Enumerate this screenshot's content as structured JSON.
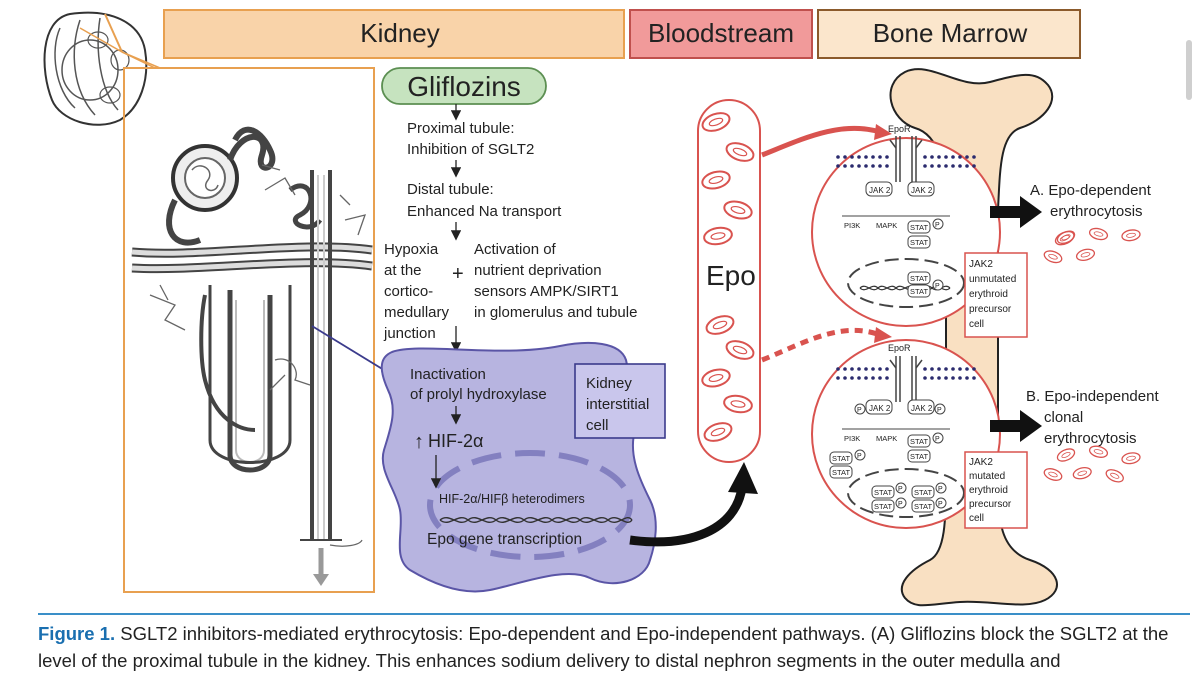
{
  "headers": {
    "kidney": "Kidney",
    "bloodstream": "Bloodstream",
    "bone_marrow": "Bone Marrow"
  },
  "gliflozins": "Gliflozins",
  "pathway": {
    "step1a": "Proximal tubule:",
    "step1b": "Inhibition of SGLT2",
    "step2a": "Distal tubule:",
    "step2b": "Enhanced Na transport",
    "hypoxia": [
      "Hypoxia",
      "at the",
      "cortico-",
      "medullary",
      "junction"
    ],
    "plus": "+",
    "activation": [
      "Activation of",
      "nutrient deprivation",
      "sensors AMPK/SIRT1",
      "in glomerulus and tubule"
    ]
  },
  "interstitial": {
    "inactivation_a": "Inactivation",
    "inactivation_b": "of prolyl hydroxylase",
    "hif_arrow": "↑",
    "hif": "HIF-2α",
    "heterodimers": "HIF-2α/HIFβ heterodimers",
    "transcription": "Epo gene transcription",
    "cell_label": [
      "Kidney",
      "interstitial",
      "cell"
    ]
  },
  "bloodstream": {
    "epo": "Epo"
  },
  "marrow": {
    "epor": "EpoR",
    "jak2": "JAK 2",
    "pi3k": "PI3K",
    "mapk": "MAPK",
    "stat": "STAT",
    "p": "P",
    "unmutated_box": [
      "JAK2",
      "unmutated",
      "erythroid",
      "precursor",
      "cell"
    ],
    "mutated_box": [
      "JAK2",
      "mutated",
      "erythroid",
      "precursor",
      "cell"
    ],
    "outcome_a": [
      "A. Epo-dependent",
      "erythrocytosis"
    ],
    "outcome_b": [
      "B. Epo-independent",
      "clonal",
      "erythrocytosis"
    ]
  },
  "caption": {
    "lead": "Figure 1.",
    "line1": "SGLT2 inhibitors-mediated erythrocytosis: Epo-dependent and Epo-independent pathways. (A) Gliflozins block the SGLT2",
    "line2": "at the level of the proximal tubule in the kidney. This enhances sodium delivery to distal nephron segments in the outer medulla and"
  },
  "colors": {
    "kidney_header": "#f9d3a9",
    "kidney_border": "#e8a050",
    "blood_header": "#f19a9a",
    "blood_border": "#d9534f",
    "marrow_header": "#fbe6cc",
    "marrow_border": "#8b5a2b",
    "gliflozins_fill": "#c6e3bf",
    "interstitial_fill": "#b7b4e0",
    "interstitial_stroke": "#5a55a6",
    "rbc_red": "#d9534f",
    "bone_fill": "#f9e0c2",
    "caption_blue": "#1a6fb0"
  }
}
